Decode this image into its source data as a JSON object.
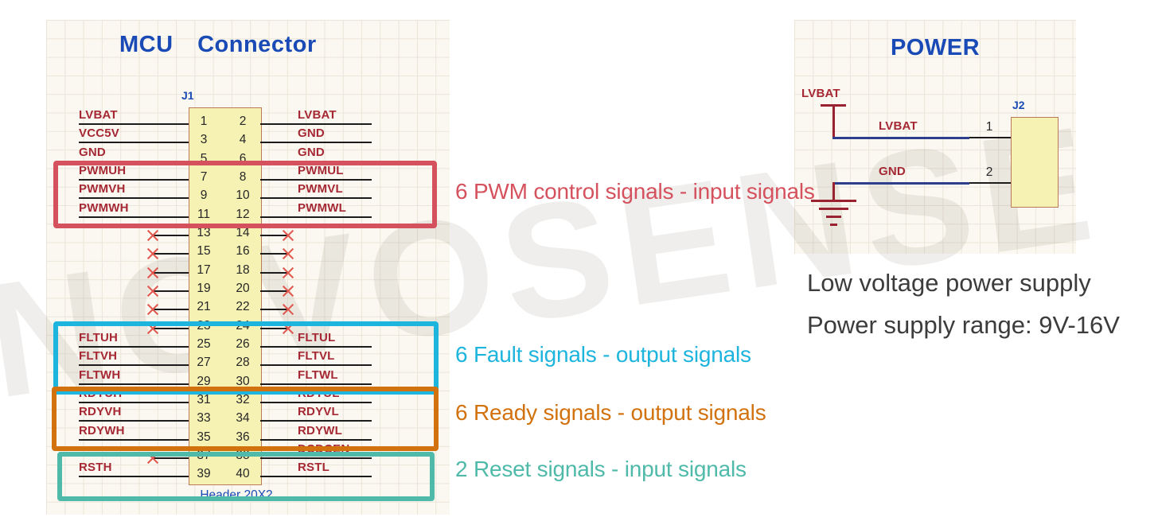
{
  "watermark": "NOVOSENSE",
  "mcu": {
    "title": "MCU Connector",
    "refdes": "J1",
    "footprint": "Header 20X2",
    "rows": [
      {
        "pins": [
          "1",
          "2"
        ],
        "left": "LVBAT",
        "right": "LVBAT"
      },
      {
        "pins": [
          "3",
          "4"
        ],
        "left": "VCC5V",
        "right": "GND"
      },
      {
        "pins": [
          "5",
          "6"
        ],
        "left": "GND",
        "right": "GND"
      },
      {
        "pins": [
          "7",
          "8"
        ],
        "left": "PWMUH",
        "right": "PWMUL"
      },
      {
        "pins": [
          "9",
          "10"
        ],
        "left": "PWMVH",
        "right": "PWMVL"
      },
      {
        "pins": [
          "11",
          "12"
        ],
        "left": "PWMWH",
        "right": "PWMWL"
      },
      {
        "pins": [
          "13",
          "14"
        ],
        "left": "",
        "right": "",
        "nc_left": true,
        "nc_right": true
      },
      {
        "pins": [
          "15",
          "16"
        ],
        "left": "",
        "right": "",
        "nc_left": true,
        "nc_right": true
      },
      {
        "pins": [
          "17",
          "18"
        ],
        "left": "",
        "right": "",
        "nc_left": true,
        "nc_right": true
      },
      {
        "pins": [
          "19",
          "20"
        ],
        "left": "",
        "right": "",
        "nc_left": true,
        "nc_right": true
      },
      {
        "pins": [
          "21",
          "22"
        ],
        "left": "",
        "right": "",
        "nc_left": true,
        "nc_right": true
      },
      {
        "pins": [
          "23",
          "24"
        ],
        "left": "",
        "right": "",
        "nc_left": true,
        "nc_right": true
      },
      {
        "pins": [
          "25",
          "26"
        ],
        "left": "FLTUH",
        "right": "FLTUL"
      },
      {
        "pins": [
          "27",
          "28"
        ],
        "left": "FLTVH",
        "right": "FLTVL"
      },
      {
        "pins": [
          "29",
          "30"
        ],
        "left": "FLTWH",
        "right": "FLTWL"
      },
      {
        "pins": [
          "31",
          "32"
        ],
        "left": "RDYUH",
        "right": "RDYUL"
      },
      {
        "pins": [
          "33",
          "34"
        ],
        "left": "RDYVH",
        "right": "RDYVL"
      },
      {
        "pins": [
          "35",
          "36"
        ],
        "left": "RDYWH",
        "right": "RDYWL"
      },
      {
        "pins": [
          "37",
          "38"
        ],
        "left": "",
        "nc_left": true,
        "right": "DCDCEN"
      },
      {
        "pins": [
          "39",
          "40"
        ],
        "left": "RSTH",
        "right": "RSTL"
      }
    ],
    "groups": [
      {
        "label": "6 PWM control signals - input signals",
        "color": "#d5515d"
      },
      {
        "label": "6 Fault signals - output signals",
        "color": "#1db4dd"
      },
      {
        "label": "6 Ready signals - output signals",
        "color": "#d2720e"
      },
      {
        "label": "2 Reset signals - input signals",
        "color": "#4fbaa9"
      }
    ]
  },
  "power": {
    "title": "POWER",
    "refdes": "J2",
    "port_label": "LVBAT",
    "pins": [
      {
        "number": "1",
        "net": "LVBAT"
      },
      {
        "number": "2",
        "net": "GND"
      }
    ],
    "notes": [
      "Low voltage power supply",
      "Power supply range: 9V-16V"
    ]
  },
  "colors": {
    "title_blue": "#1a4ab5",
    "net_maroon": "#a52834",
    "wire_black": "#1c1c1c",
    "wire_navy": "#2c3e8c",
    "body_yellow": "#f5f2b4",
    "nc_red": "#e0574e"
  }
}
